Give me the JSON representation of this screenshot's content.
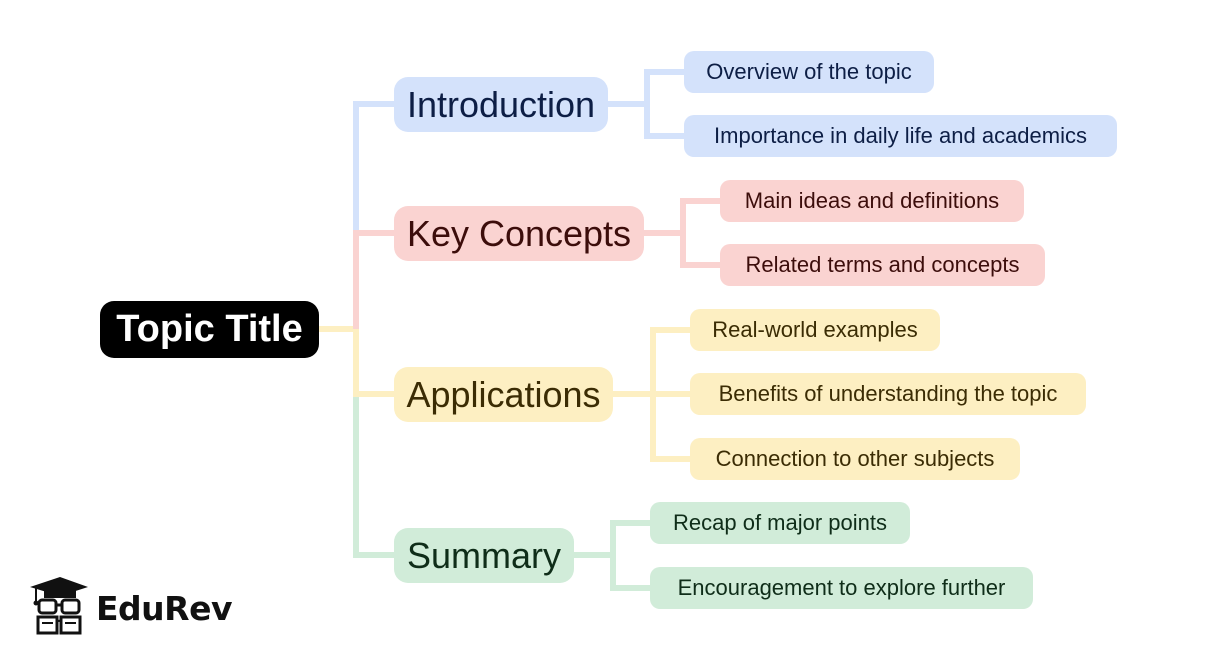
{
  "root": {
    "label": "Topic Title"
  },
  "branches": [
    {
      "label": "Introduction",
      "children": [
        "Overview of the topic",
        "Importance in daily life and academics"
      ]
    },
    {
      "label": "Key Concepts",
      "children": [
        "Main ideas and definitions",
        "Related terms and concepts"
      ]
    },
    {
      "label": "Applications",
      "children": [
        "Real-world examples",
        "Benefits of understanding the topic",
        "Connection to other subjects"
      ]
    },
    {
      "label": "Summary",
      "children": [
        "Recap of major points",
        "Encouragement to explore further"
      ]
    }
  ],
  "logo": {
    "brand": "EduRev"
  },
  "colors": {
    "blue": "#d4e2fb",
    "red": "#fad3d1",
    "yellow": "#fdefc2",
    "green": "#d1ecd9",
    "root": "#000000"
  }
}
